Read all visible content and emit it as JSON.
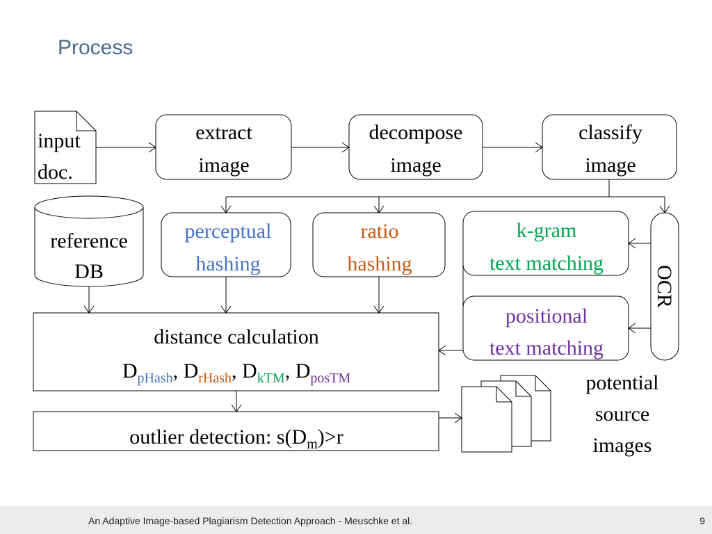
{
  "slide": {
    "title": "Process",
    "footer": {
      "citation": "An Adaptive Image-based Plagiarism Detection Approach - Meuschke et al.",
      "page": "9"
    }
  },
  "colors": {
    "perceptual": "#4472c4",
    "ratio": "#c55a11",
    "kgram": "#00a651",
    "positional": "#7030a0",
    "text": "#000000",
    "stroke": "#000000"
  },
  "diagram": {
    "input_doc": [
      "input",
      "doc."
    ],
    "extract": [
      "extract",
      "image"
    ],
    "decompose": [
      "decompose",
      "image"
    ],
    "classify": [
      "classify",
      "image"
    ],
    "reference_db": [
      "reference",
      "DB"
    ],
    "perceptual": [
      "perceptual",
      "hashing"
    ],
    "ratio": [
      "ratio",
      "hashing"
    ],
    "kgram": [
      "k-gram",
      "text matching"
    ],
    "ocr": "OCR",
    "positional": [
      "positional",
      "text matching"
    ],
    "distance": {
      "title": "distance calculation",
      "terms": [
        {
          "base": "D",
          "sub": "pHash",
          "color_key": "perceptual"
        },
        {
          "base": "D",
          "sub": "rHash",
          "color_key": "ratio"
        },
        {
          "base": "D",
          "sub": "kTM",
          "color_key": "kgram"
        },
        {
          "base": "D",
          "sub": "posTM",
          "color_key": "positional"
        }
      ],
      "separator": ", "
    },
    "outlier": {
      "prefix": "outlier detection: s(D",
      "sub": "m",
      "suffix": ")>r"
    },
    "potential": [
      "potential",
      "source",
      "images"
    ]
  }
}
